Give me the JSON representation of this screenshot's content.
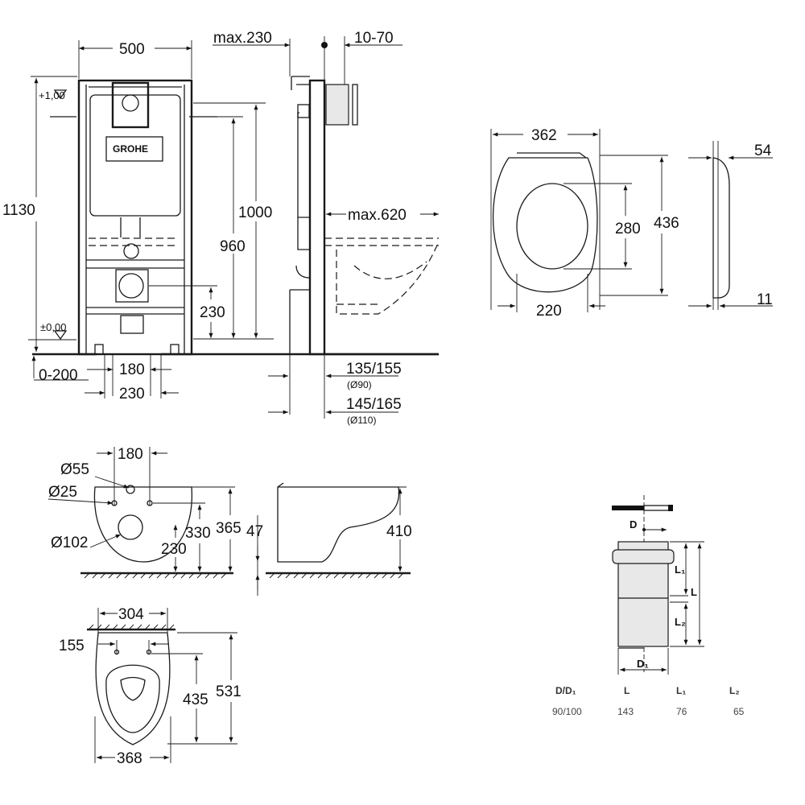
{
  "frame_drawing": {
    "width": "500",
    "max_depth": "max.230",
    "plate_adjust": "10-70",
    "height": "1130",
    "level_top": "+1,00",
    "level_zero": "±0,00",
    "h_1000": "1000",
    "h_960": "960",
    "h_230": "230",
    "floor_adjust": "0-200",
    "spacing_180": "180",
    "spacing_230": "230",
    "max_projection": "max.620",
    "drain_90": "135/155",
    "drain_90_dia": "(Ø90)",
    "drain_110": "145/165",
    "drain_110_dia": "(Ø110)",
    "logo": "GROHE"
  },
  "seat_drawing": {
    "width": "362",
    "inner_height": "280",
    "height": "436",
    "inner_width": "220",
    "side_top": "54",
    "side_bottom": "11"
  },
  "bowl_side_drawing": {
    "spacing": "180",
    "d55": "Ø55",
    "d25": "Ø25",
    "d102": "Ø102",
    "h330": "330",
    "h365": "365",
    "h230": "230",
    "h47": "47",
    "h410": "410"
  },
  "bowl_top_drawing": {
    "width_top": "304",
    "bolt_spacing": "155",
    "h435": "435",
    "length": "531",
    "width": "368"
  },
  "pipe_drawing": {
    "label_D": "D",
    "label_D1": "D₁",
    "label_L": "L",
    "label_L1": "L₁",
    "label_L2": "L₂",
    "table": {
      "headers": [
        "D/D₁",
        "L",
        "L₁",
        "L₂"
      ],
      "values": [
        "90/100",
        "143",
        "76",
        "65"
      ]
    }
  }
}
